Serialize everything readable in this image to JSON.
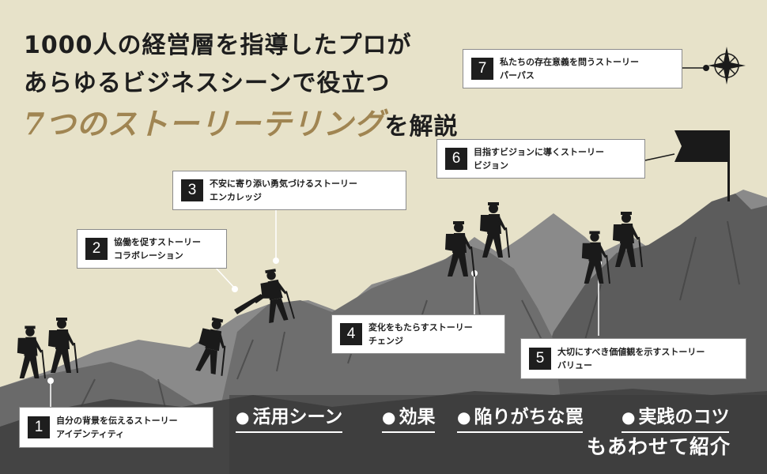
{
  "headline": {
    "line1": "1000人の経営層を指導したプロが",
    "line2": "あらゆるビジネスシーンで役立つ",
    "line3_accent": "7つのストーリーテリング",
    "line3_tail": "を解説"
  },
  "stories": [
    {
      "num": "1",
      "title": "自分の背景を伝えるストーリー",
      "name": "アイデンティティ"
    },
    {
      "num": "2",
      "title": "協働を促すストーリー",
      "name": "コラボレーション"
    },
    {
      "num": "3",
      "title": "不安に寄り添い勇気づけるストーリー",
      "name": "エンカレッジ"
    },
    {
      "num": "4",
      "title": "変化をもたらすストーリー",
      "name": "チェンジ"
    },
    {
      "num": "5",
      "title": "大切にすべき価値観を示すストーリー",
      "name": "バリュー"
    },
    {
      "num": "6",
      "title": "目指すビジョンに導くストーリー",
      "name": "ビジョン"
    },
    {
      "num": "7",
      "title": "私たちの存在意義を問うストーリー",
      "name": "パーパス"
    }
  ],
  "features": {
    "dot": "●",
    "items": [
      "活用シーン",
      "効果",
      "陥りがちな罠",
      "実践のコツ"
    ],
    "closing": "もあわせて紹介"
  },
  "colors": {
    "background": "#e7e2c9",
    "mountain_light": "#7a7a7a",
    "mountain_dark": "#4a4a4a",
    "silhouette": "#1a1a1a",
    "accent_gold": "#a08552"
  },
  "icons": [
    "compass-icon",
    "flag-icon",
    "hiker-silhouette"
  ]
}
